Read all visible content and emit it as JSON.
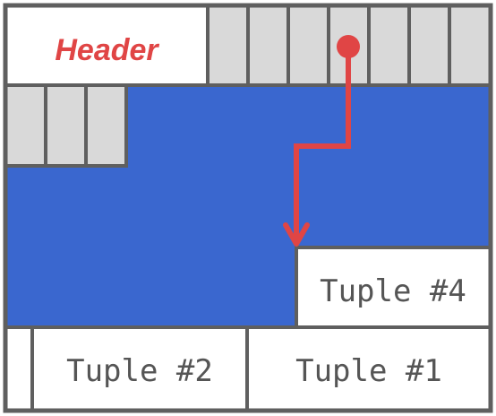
{
  "diagram": {
    "header_label": "Header",
    "tuples": [
      {
        "label": "Tuple #4"
      },
      {
        "label": "Tuple #2"
      },
      {
        "label": "Tuple #1"
      }
    ],
    "colors": {
      "free_space": "#3a67cf",
      "slot": "#d9d9d9",
      "border": "#5f5f5f",
      "pointer": "#e04545",
      "header_text": "#e04545"
    }
  }
}
